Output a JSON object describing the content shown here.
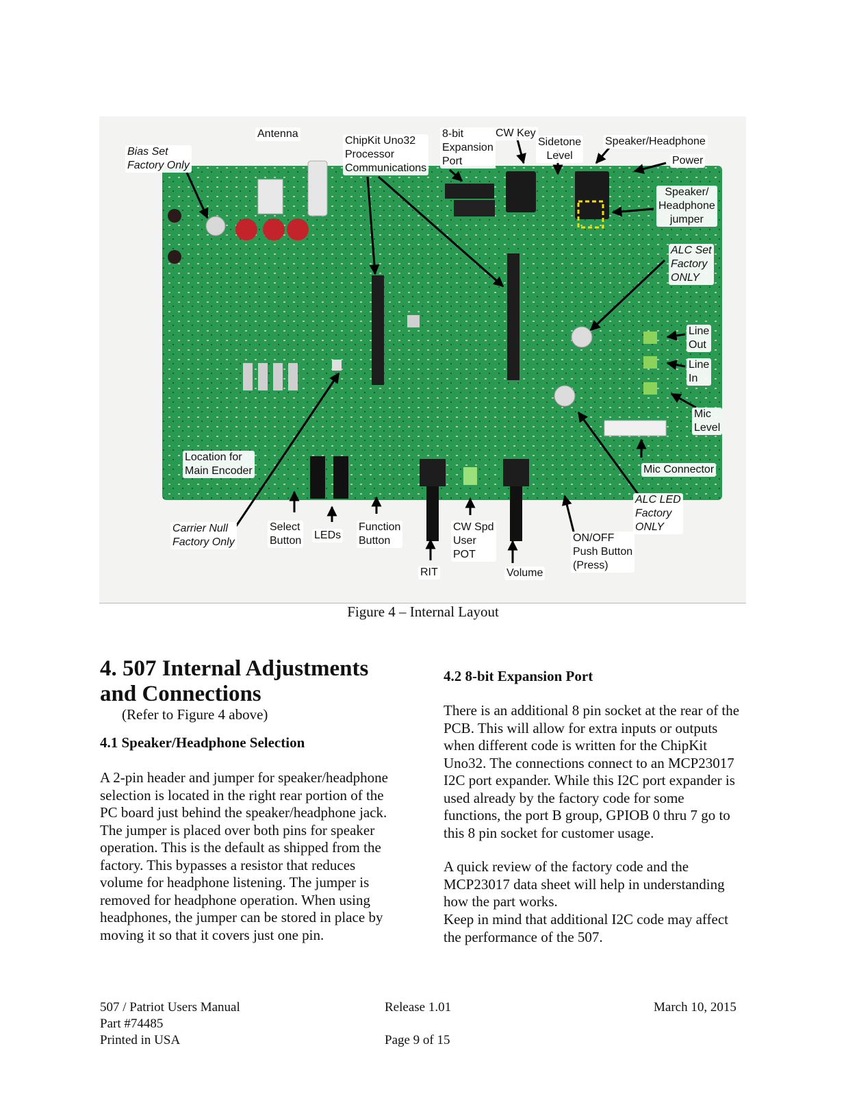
{
  "figure": {
    "caption": "Figure 4 – Internal Layout",
    "labels": {
      "antenna": "Antenna",
      "bias_set": "Bias Set\nFactory Only",
      "chipkit": "ChipKit Uno32\nProcessor\nCommunications",
      "expansion": "8-bit\nExpansion\nPort",
      "cw_key": "CW Key",
      "sidetone": "Sidetone\nLevel",
      "speaker_headphone": "Speaker/Headphone",
      "power": "Power",
      "speaker_jumper": "Speaker/\nHeadphone\njumper",
      "alc_set": "ALC Set\nFactory\nONLY",
      "line_out": "Line\nOut",
      "line_in": "Line\nIn",
      "mic_level": "Mic\nLevel",
      "mic_connector": "Mic Connector",
      "location_encoder": "Location for\nMain Encoder",
      "carrier_null": "Carrier Null\nFactory Only",
      "select_button": "Select\nButton",
      "leds": "LEDs",
      "function_button": "Function\nButton",
      "rit": "RIT",
      "cw_spd": "CW Spd\nUser\nPOT",
      "volume": "Volume",
      "onoff": "ON/OFF\nPush Button\n(Press)",
      "alc_led": "ALC LED\nFactory\nONLY"
    }
  },
  "section": {
    "title": "4.  507 Internal Adjustments and Connections",
    "refer": "(Refer to Figure 4 above)",
    "sub1_title": "4.1 Speaker/Headphone Selection",
    "sub1_body": "A 2-pin header and jumper for speaker/headphone selection is located in the right rear portion of the PC board just behind the speaker/headphone jack. The jumper is placed over both pins for speaker operation. This is the default as shipped from the factory. This bypasses a resistor that reduces volume for headphone listening. The jumper is removed for headphone operation. When using headphones, the jumper can be stored in place by moving it so that it covers just one pin.",
    "sub2_title": "4.2 8-bit Expansion Port",
    "sub2_p1": "There is an additional 8 pin socket at the rear of the PCB. This will allow for extra inputs or outputs when different code is written for the ChipKit Uno32. The connections connect to an MCP23017 I2C port expander. While this I2C port expander is used already by the factory code for some functions, the port B group, GPIOB 0 thru 7 go to this 8 pin socket for customer usage.",
    "sub2_p2": "A quick review of the factory code and the MCP23017 data sheet will help in understanding how the part works.",
    "sub2_p3": "Keep in mind that additional I2C code may affect the performance of the 507."
  },
  "footer": {
    "manual": "507 / Patriot Users Manual",
    "part": "Part #74485",
    "printed": "Printed in USA",
    "release": "Release 1.01",
    "page": "Page 9 of 15",
    "date": "March 10, 2015"
  }
}
